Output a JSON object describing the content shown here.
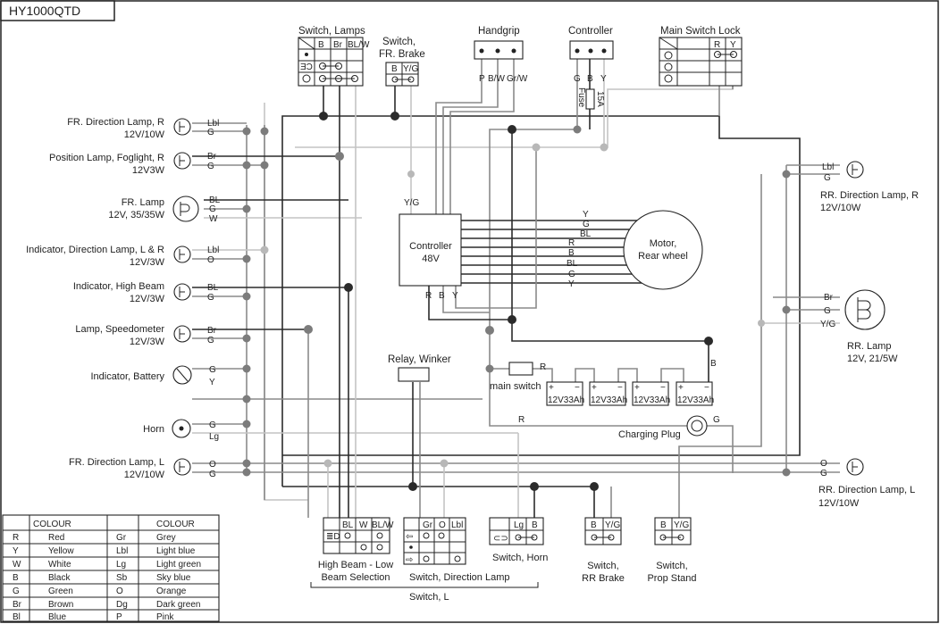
{
  "title": "HY1000QTD",
  "left_components": [
    {
      "name": "FR. Direction Lamp, R",
      "spec": "12V/10W",
      "wires": [
        "Lbl",
        "G"
      ]
    },
    {
      "name": "Position Lamp, Foglight, R",
      "spec": "12V3W",
      "wires": [
        "Br",
        "G"
      ]
    },
    {
      "name": "FR. Lamp",
      "spec": "12V, 35/35W",
      "wires": [
        "BL",
        "G",
        "W"
      ]
    },
    {
      "name": "Indicator, Direction Lamp, L & R",
      "spec": "12V/3W",
      "wires": [
        "Lbl",
        "O"
      ]
    },
    {
      "name": "Indicator, High Beam",
      "spec": "12V/3W",
      "wires": [
        "BL",
        "G"
      ]
    },
    {
      "name": "Lamp, Speedometer",
      "spec": "12V/3W",
      "wires": [
        "Br",
        "G"
      ]
    },
    {
      "name": "Indicator, Battery",
      "spec": "",
      "wires": [
        "G",
        "Y"
      ]
    },
    {
      "name": "Horn",
      "spec": "",
      "wires": [
        "G",
        "Lg"
      ]
    },
    {
      "name": "FR. Direction Lamp, L",
      "spec": "12V/10W",
      "wires": [
        "O",
        "G"
      ]
    }
  ],
  "right_components": [
    {
      "name": "RR. Direction Lamp, R",
      "spec": "12V/10W",
      "wires": [
        "Lbl",
        "G"
      ]
    },
    {
      "name": "RR. Lamp",
      "spec": "12V, 21/5W",
      "wires": [
        "Br",
        "G",
        "Y/G"
      ]
    },
    {
      "name": "RR. Direction Lamp, L",
      "spec": "12V/10W",
      "wires": [
        "O",
        "G"
      ]
    }
  ],
  "top_components": {
    "switch_lamps": {
      "title": "Switch, Lamps",
      "cols": [
        "B",
        "Br",
        "BL/W"
      ]
    },
    "switch_fr_brake": {
      "title1": "Switch,",
      "title2": "FR. Brake",
      "cols": [
        "B",
        "Y/G"
      ]
    },
    "handgrip": {
      "title": "Handgrip",
      "wires": [
        "P",
        "B/W",
        "Gr/W"
      ]
    },
    "controller_top": {
      "title": "Controller",
      "wires": [
        "G",
        "B",
        "Y"
      ],
      "fuse": "Fuse",
      "fuse_rating": "15A"
    },
    "main_switch_lock": {
      "title": "Main Switch Lock",
      "cols": [
        "R",
        "Y"
      ]
    }
  },
  "center": {
    "controller": {
      "label1": "Controller",
      "label2": "48V",
      "top_wire": "Y/G",
      "bottom_wires": [
        "R",
        "B",
        "Y"
      ]
    },
    "motor": {
      "label1": "Motor,",
      "label2": "Rear wheel",
      "wires": [
        "Y",
        "G",
        "BL",
        "R",
        "B",
        "BL",
        "G",
        "Y"
      ]
    },
    "relay": {
      "title": "Relay, Winker"
    },
    "main_switch": {
      "label": "main switch",
      "wire": "R"
    },
    "batteries": [
      "12V33Ah",
      "12V33Ah",
      "12V33Ah",
      "12V33Ah"
    ],
    "battery_wire": "B",
    "charging": {
      "label": "Charging Plug",
      "wire_r": "R",
      "wire_g": "G"
    }
  },
  "bottom_components": {
    "high_beam": {
      "title1": "High Beam - Low",
      "title2": "Beam Selection",
      "cols": [
        "BL",
        "W",
        "BL/W"
      ]
    },
    "switch_dir": {
      "title": "Switch, Direction Lamp",
      "cols": [
        "Gr",
        "O",
        "Lbl"
      ]
    },
    "switch_horn": {
      "title": "Switch, Horn",
      "cols": [
        "Lg",
        "B"
      ]
    },
    "switch_rr_brake": {
      "title1": "Switch,",
      "title2": "RR Brake",
      "cols": [
        "B",
        "Y/G"
      ]
    },
    "switch_prop": {
      "title1": "Switch,",
      "title2": "Prop Stand",
      "cols": [
        "B",
        "Y/G"
      ]
    },
    "switch_l": "Switch, L"
  },
  "colour_table": {
    "header": [
      "",
      "COLOUR",
      "",
      "COLOUR"
    ],
    "rows": [
      [
        "R",
        "Red",
        "Gr",
        "Grey"
      ],
      [
        "Y",
        "Yellow",
        "Lbl",
        "Light blue"
      ],
      [
        "W",
        "White",
        "Lg",
        "Light green"
      ],
      [
        "B",
        "Black",
        "Sb",
        "Sky blue"
      ],
      [
        "G",
        "Green",
        "O",
        "Orange"
      ],
      [
        "Br",
        "Brown",
        "Dg",
        "Dark green"
      ],
      [
        "Bl",
        "Blue",
        "P",
        "Pink"
      ]
    ]
  },
  "colors": {
    "wire_dark": "#2b2b2b",
    "wire_mid": "#8a8a8a",
    "wire_light": "#c4c4c4"
  }
}
